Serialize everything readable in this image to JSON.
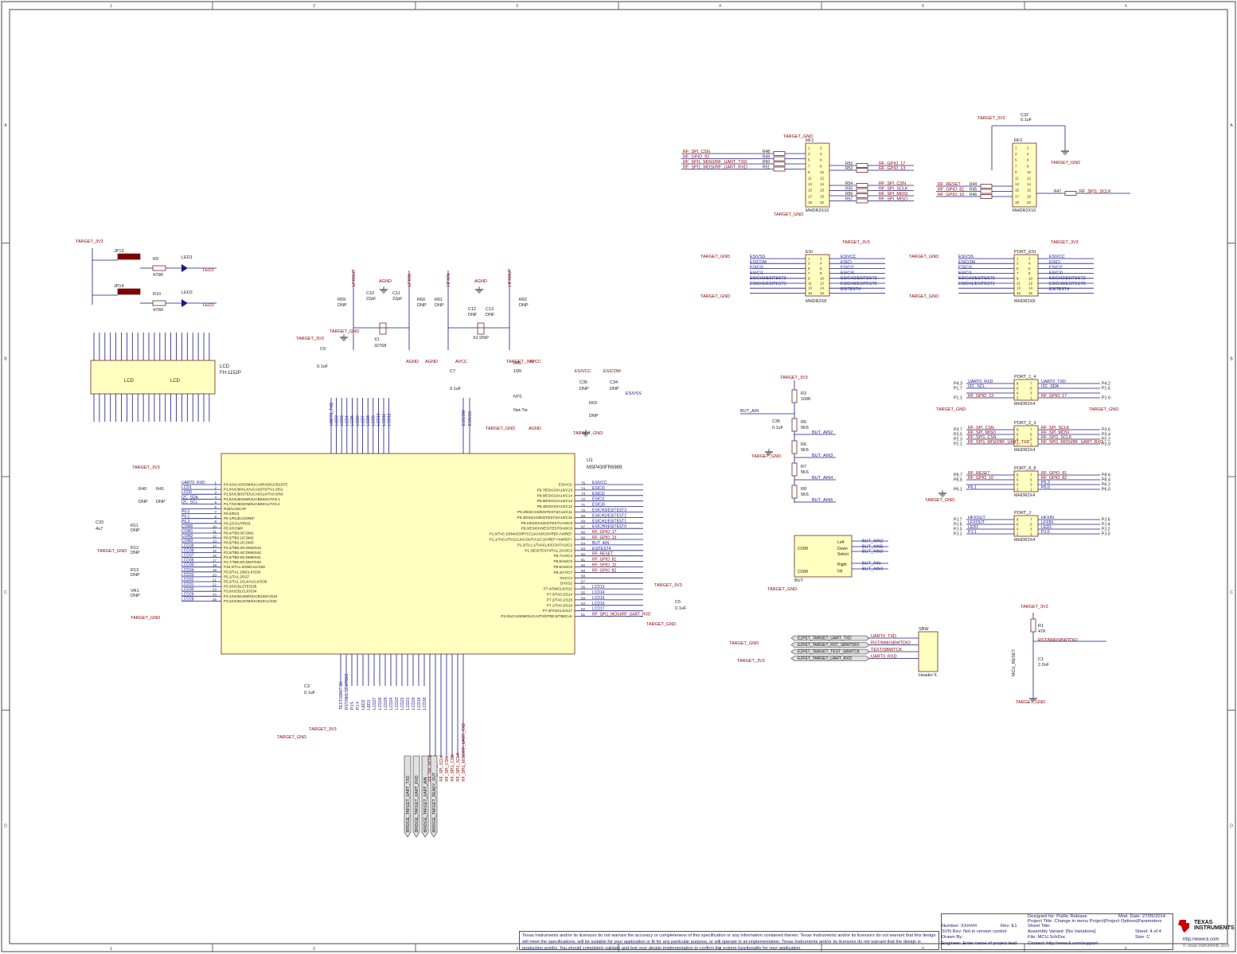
{
  "sheet": {
    "columns": [
      "1",
      "2",
      "3",
      "4",
      "5",
      "6"
    ],
    "rows": [
      "A",
      "B",
      "C",
      "D"
    ]
  },
  "mcu": {
    "ref": "U1",
    "part": "MSP430FR6989",
    "left_pins": [
      {
        "num": "1",
        "name": "P4.3/UCA0SOMI/UCA0RXD/UCB1STE",
        "net": "UART0_RXD"
      },
      {
        "num": "2",
        "name": "P1.4/UCB0CLK/UCA0STE/TA1.0/S1",
        "net": "LCD1"
      },
      {
        "num": "3",
        "name": "P1.5/UCB0STE/UCA0CLK/TA0.0/S0",
        "net": "LCD0"
      },
      {
        "num": "4",
        "name": "P1.6/UCB0SIMO/UCB0SDA/TA0.1",
        "net": "I2C_SDA"
      },
      {
        "num": "5",
        "name": "P1.7/UCB0SOMI/UCB0SCL/TA0.2",
        "net": "I2C_SCL"
      },
      {
        "num": "6",
        "name": "R33/LCDCAP",
        "net": ""
      },
      {
        "num": "7",
        "name": "P6.0/R23",
        "net": "P6.0"
      },
      {
        "num": "8",
        "name": "P6.1/R13/LCDREF",
        "net": "P6.1"
      },
      {
        "num": "9",
        "name": "P6.2/COUT/R03",
        "net": "P6.2"
      },
      {
        "num": "10",
        "name": "P6.3/COM0",
        "net": "COM0"
      },
      {
        "num": "11",
        "name": "P6.4/TB0.0/COM1",
        "net": "COM1"
      },
      {
        "num": "12",
        "name": "P6.5/TB0.1/COM2",
        "net": "COM2"
      },
      {
        "num": "13",
        "name": "P6.6/TB0.2/COM3",
        "net": "COM3"
      },
      {
        "num": "14",
        "name": "P2.4/TB0.3/COM4/S43",
        "net": "LCD39"
      },
      {
        "num": "15",
        "name": "P2.5/TB0.4/COM5/S42",
        "net": "LCD38"
      },
      {
        "num": "16",
        "name": "P2.6/TB0.5/COM6/S41",
        "net": "LCD37"
      },
      {
        "num": "17",
        "name": "P2.7/TB0.6/COM7/S40",
        "net": "LCD36"
      },
      {
        "num": "18",
        "name": "P10.2/TA1.0/SMCLK/S39",
        "net": "LCD35"
      },
      {
        "num": "19",
        "name": "P5.0/TA1.1/MCLK/S38",
        "net": "LCD34"
      },
      {
        "num": "20",
        "name": "P5.1/TA1.2/S37",
        "net": "LCD33"
      },
      {
        "num": "21",
        "name": "P5.2/TA1.1CLK/ACLK/S36",
        "net": "LCD32"
      },
      {
        "num": "22",
        "name": "P5.3/UCB1STE/S35",
        "net": "LCD31"
      },
      {
        "num": "23",
        "name": "P3.0/UCB1CLK/S34",
        "net": "LCD30"
      },
      {
        "num": "24",
        "name": "P3.1/UCB1SIMO/UCB1SDA/S33",
        "net": "LCD29"
      },
      {
        "num": "25",
        "name": "P3.2/UCB1SOMI/UCB1SCL/S32",
        "net": "LCD28"
      }
    ],
    "right_pins": [
      {
        "num": "75",
        "name": "ESIVCC",
        "net": "ESIVCC"
      },
      {
        "num": "74",
        "name": "P9.7/ESICI3/A15/C15",
        "net": "ESICI3"
      },
      {
        "num": "73",
        "name": "P9.6/ESICI2/A14/C14",
        "net": "ESICI2"
      },
      {
        "num": "72",
        "name": "P9.5/ESICI1/A13/C13",
        "net": "ESICI1"
      },
      {
        "num": "71",
        "name": "P9.4/ESICI0/A12/C12",
        "net": "ESICI0"
      },
      {
        "num": "70",
        "name": "P9.3/ESICH3/ESITEST3/A11/C11",
        "net": "ESICH3/ESITEST3"
      },
      {
        "num": "69",
        "name": "P9.2/ESICH2/ESITEST2/A10/C10",
        "net": "ESICH2/ESITEST2"
      },
      {
        "num": "68",
        "name": "P9.1/ESICH1/ESITEST1/A9/C9",
        "net": "ESICH1/ESITEST1"
      },
      {
        "num": "67",
        "name": "P9.0/ESICH0/ESITEST0/A8/C8",
        "net": "ESICH0/ESITEST0"
      },
      {
        "num": "66",
        "name": "P1.0/TA0.1/DMAE0/RTCCLK/A0/C0/VREF-/VeREF",
        "net": "RF_GPIO_17"
      },
      {
        "num": "65",
        "name": "P1.1/TA0.2/TA1CLK/COUT/A1/C1/VREF+/VeREF+",
        "net": "RF_GPIO_13"
      },
      {
        "num": "64",
        "name": "P1.2/TA1.1/TA0CLK/COUT/A2/C2",
        "net": "BUT_AIN"
      },
      {
        "num": "63",
        "name": "P1.3/ESITEST4/TA1.2/A3/C3",
        "net": "ESITEST4"
      },
      {
        "num": "62",
        "name": "P8.7/A4/C4",
        "net": "RF_RESET"
      },
      {
        "num": "61",
        "name": "P8.6/A5/C5",
        "net": "RF_GPIO_81"
      },
      {
        "num": "60",
        "name": "P8.5/A6/C6",
        "net": "RF_GPIO_10"
      },
      {
        "num": "59",
        "name": "P8.4/A7/C7",
        "net": "RF_GPIO_82"
      },
      {
        "num": "58",
        "name": "DVCC2",
        "net": ""
      },
      {
        "num": "57",
        "name": "DVSS2",
        "net": ""
      },
      {
        "num": "56",
        "name": "P7.4/SMCLK/S13",
        "net": "LCD13"
      },
      {
        "num": "55",
        "name": "P7.3/TA0.2/S14",
        "net": "LCD14"
      },
      {
        "num": "54",
        "name": "P7.2/TA0.1/S15",
        "net": "LCD15"
      },
      {
        "num": "53",
        "name": "P7.1/TA0.0/S16",
        "net": "LCD16"
      },
      {
        "num": "52",
        "name": "P7.0/TA0CLK/S17",
        "net": "LCD17"
      },
      {
        "num": "51",
        "name": "P2.0/UCA0SIMO/UCA0TXD/TB0.6/TB0CLK",
        "net": "RF_SPI1_MOSI/RF_UART_RXD"
      }
    ],
    "top_nets": [
      "UART0_TXD",
      "LCD2",
      "LCD3",
      "LCD4",
      "LCD5",
      "LCD6",
      "LCD7",
      "LCD8",
      "LCD9",
      "LCD10",
      "LCD11",
      "LCD12",
      "ESICOM",
      "ESIVSS"
    ],
    "bottom_nets": [
      "TEST/SBWTCK",
      "RST/NMI/SBWTDIO",
      "PJ.5",
      "PJ.4",
      "LED2",
      "LED1",
      "LCD27",
      "LCD26",
      "LCD25",
      "LCD24",
      "LCD23",
      "LCD22",
      "LCD21",
      "LCD20",
      "LCD19",
      "LCD18",
      "RF_SPI_MOSI",
      "RF_SPI_MISO",
      "RF_SPI_SCLK",
      "RF_SPI_CSN",
      "RF_SPI1_CSN",
      "RF_SPI1_SCLK",
      "RF_SPI1_MISO/RF_UART_TXD"
    ]
  },
  "labels": {
    "power": [
      "TARGET_3V3",
      "TARGET_GND",
      "AGND",
      "AVCC",
      "ESIVCC",
      "ESICOM",
      "ESIVSS"
    ],
    "rf1": {
      "ref": "RF1",
      "part": "MHDR2X10",
      "nets_left": [
        "RF_SPI_CSN",
        "RF_GPIO_82",
        "RF_SPI1_MISO/RF_UART_TXD",
        "RF_SPI1_MOSI/RF_UART_RXD"
      ],
      "res_left": [
        "R48",
        "R49",
        "R50",
        "R51"
      ],
      "nets_right": [
        "RF_GPIO_17",
        "RF_GPIO_13",
        "RF_SPI_CSN",
        "RF_SPI_SCLK",
        "RF_SPI_MOSI",
        "RF_SPI_MISO"
      ],
      "res_right": [
        "R52",
        "R53",
        "R54",
        "R55",
        "R56",
        "R57"
      ]
    },
    "rf2": {
      "ref": "RF2",
      "part": "MHDR2X10",
      "nets": [
        "RF_RESET",
        "RF_GPIO_81",
        "RF_GPIO_10",
        "RF_SPI1_SCLK"
      ],
      "res": [
        "R44",
        "R45",
        "R46",
        "R47"
      ],
      "cap": "C32",
      "cap_val": "0.1uF"
    },
    "esi": {
      "ref": "ESI",
      "part": "MHDR2X8",
      "left": [
        "ESIVSS",
        "ESICOM",
        "ESICI3",
        "ESICI1",
        "ESICH3/ESITEST3",
        "ESICH1/ESITEST1"
      ],
      "right": [
        "ESIVCC",
        "ESICI",
        "ESICI2",
        "ESICI0",
        "ESICH2/ESITEST2",
        "ESICH0/ESITEST0",
        "ESITEST4"
      ]
    },
    "port_esi": {
      "ref": "PORT_ESI",
      "part": "MHDR2X8"
    },
    "port14": {
      "ref": "PORT_1_4",
      "part": "MHDR2X4",
      "left": [
        "UART0_RXD",
        "I2C_SCL",
        "",
        "RF_GPIO_13"
      ],
      "lp": [
        "P4.3",
        "P1.7",
        "",
        "P1.1"
      ],
      "right": [
        "UART0_TXD",
        "I2C_SDA",
        "",
        "RF_GPIO_17"
      ],
      "rp": [
        "P4.2",
        "P1.6",
        "",
        "P1.0"
      ]
    },
    "port23": {
      "ref": "PORT_2_3",
      "part": "MHDR2X4",
      "left": [
        "RF_SPI_CSN",
        "RF_SPI_MISO",
        "RF_SPI1_CSN",
        "RF_SPI1_MISO/RF_UART_TXD"
      ],
      "lp": [
        "P3.7",
        "P3.5",
        "P2.3",
        "P2.1"
      ],
      "right": [
        "RF_SPI_SCLK",
        "RF_SPI_MOSI",
        "RF_SPI1_SCLK",
        "RF_SPI1_MOSI/RF_UART_RXD"
      ],
      "rp": [
        "P3.6",
        "P3.4",
        "P2.2",
        "P2.0"
      ]
    },
    "port88": {
      "ref": "PORT_8_8",
      "part": "MHDR2X4",
      "left": [
        "RF_RESET",
        "RF_GPIO_10",
        "",
        "P6.1"
      ],
      "lp": [
        "P8.7",
        "P8.5",
        "",
        "P6.1"
      ],
      "right": [
        "RF_GPIO_81",
        "RF_GPIO_82",
        "P6.2",
        "P6.0"
      ],
      "rp": [
        "P8.6",
        "P8.4",
        "P6.2",
        "P6.0"
      ]
    },
    "portj": {
      "ref": "PORT_J",
      "part": "MHDR2X4",
      "left": [
        "HFXOUT",
        "LFXOUT",
        "LED2",
        "PJ.1"
      ],
      "lp": [
        "PJ.7",
        "PJ.5",
        "PJ.3",
        "PJ.1"
      ],
      "right": [
        "HFXIN",
        "LFXIN",
        "LED1",
        "PJ.0"
      ],
      "rp": [
        "PJ.6",
        "PJ.4",
        "PJ.2",
        "PJ.0"
      ]
    },
    "sbw": {
      "ref": "SBW",
      "part": "Header 6",
      "nets": [
        "EZFET_TARGET_UART_TXD",
        "EZFET_TARGET_RST_SBWTDIO",
        "EZFET_TARGET_TEST_SBWTCK",
        "EZFET_TARGET_UART_RXD"
      ],
      "targets": [
        "UART0_TXD",
        "RST/NMI/SBWTDIO",
        "TEST/SBWTCK",
        "UART0_RXD"
      ]
    },
    "but": {
      "ref": "BUT",
      "labels": [
        "COM",
        "COM",
        "Left",
        "Down",
        "Select",
        "Right",
        "Up"
      ],
      "nets": [
        "BUT_AIN2",
        "BUT_AIN5",
        "BUT_AIN3",
        "BUT_AIN",
        "BUT_AIN4"
      ]
    },
    "ladder": {
      "net": "BUT_AIN",
      "parts": [
        "R3",
        "R5",
        "R6",
        "R7",
        "R8",
        "C36"
      ],
      "values": [
        "100K",
        "5K6",
        "5K6",
        "5K6",
        "5K6",
        "0.1uF"
      ],
      "taps": [
        "BUT_AIN2",
        "BUT_AIN3",
        "BUT_AIN4",
        "BUT_AIN5"
      ]
    },
    "leds": {
      "parts": [
        "JP13",
        "JP14",
        "R9",
        "R10",
        "LED1",
        "LED2"
      ],
      "values": [
        "470R",
        "470R"
      ],
      "nets": [
        "LED1",
        "LED2"
      ]
    },
    "lcd": {
      "ref": "LCD",
      "part": "FH-1152P",
      "body": [
        "LCD",
        "LCD"
      ]
    },
    "crystals": {
      "x1": "X1",
      "x1_val": "32768",
      "x2": "X2",
      "x2_val": "DNP",
      "nets": [
        "LFXOUT",
        "LFXIN",
        "HFXIN",
        "HFXOUT"
      ]
    },
    "misc": [
      "C9",
      "0.1uF",
      "C10",
      "22pF",
      "C11",
      "22pF",
      "C12",
      "DNF",
      "C13",
      "DNF",
      "R59",
      "DNP",
      "R60",
      "DNP",
      "R61",
      "DNP",
      "R62",
      "DNP",
      "C7",
      "0.1uF",
      "R65",
      "10R",
      "NT0",
      "Net-Tie",
      "C35",
      "DNP",
      "C34",
      "DNP",
      "R63",
      "DNP",
      "R40",
      "DNP",
      "R41",
      "DNP",
      "C33",
      "4u7",
      "R11",
      "DNP",
      "R12",
      "DNP",
      "R13",
      "DNP",
      "VR1",
      "DNP",
      "C5",
      "0.1uF",
      "C3",
      "0.1uF",
      "R1",
      "47K",
      "C1",
      "2.2nF",
      "MCU_RESET"
    ],
    "uart_bus": [
      "BRIDGE_TARGET_UART_TXD",
      "BRIDGE_TARGET_UART_RXD",
      "BRIDGE_TARGET_UART_AIN",
      "BRIDGE_TARGET_READY_OUT"
    ]
  },
  "title_block": {
    "designed_for_label": "Designed for:",
    "designed_for": "Public Release",
    "mod_date_label": "Mod. Date:",
    "mod_date": "27/05/2014",
    "project_title_label": "Project Title:",
    "project_title": "Change in menu Project|Project Options|Parameters",
    "number_label": "Number:",
    "number": "XX####",
    "rev_label": "Rev:",
    "rev": "E1",
    "sheet_title_label": "Sheet Title:",
    "sheet_title": "",
    "svn_label": "SVN Rev:",
    "svn": "Not in version control",
    "assembly_label": "Assembly Variant:",
    "assembly": "[No Variations]",
    "sheet_label": "Sheet:",
    "sheet": "4  of  4",
    "drawn_label": "Drawn By:",
    "drawn": "",
    "file_label": "File:",
    "file": "MCU.SchDoc",
    "size_label": "Size:",
    "size": "C",
    "engineer_label": "Engineer:",
    "engineer": "Enter name of project lead",
    "contact_label": "Contact:",
    "contact": "http://www.ti.com/support",
    "website": "http://www.ti.com",
    "copyright": "© Texas Instruments 2014",
    "brand_line1": "TEXAS",
    "brand_line2": "INSTRUMENTS",
    "disclaimer": "Texas Instruments and/or its licensors do not warrant the accuracy or completeness of this specification or any information contained therein. Texas Instruments and/or its licensors do not warrant that this design will meet the specifications, will be suitable for your application or fit for any particular purpose, or will operate in an implementation. Texas Instruments and/or its licensors do not warrant that the design is production worthy. You should completely validate and test your design implementation to confirm the system functionality for your application."
  }
}
